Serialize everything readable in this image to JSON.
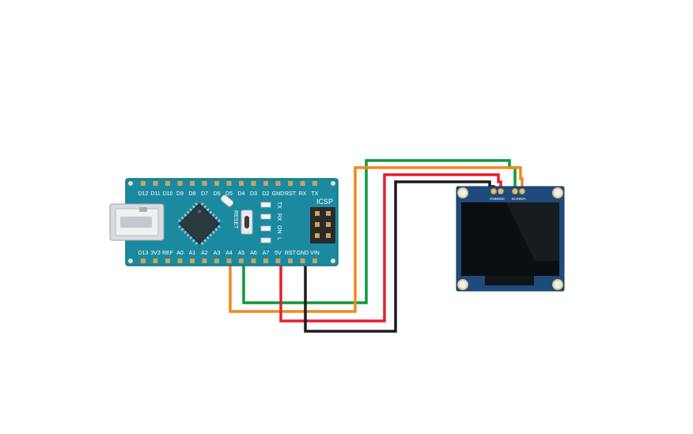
{
  "colors": {
    "board": "#1b8aa0",
    "board_edge": "#137486",
    "pin_pad": "#c9a45c",
    "chip": "#2b3a40",
    "wire_green": "#10983c",
    "wire_orange": "#f2881e",
    "wire_red": "#e3202a",
    "wire_black": "#1c1c1c",
    "oled_board": "#1f4a7a",
    "oled_screen": "#0c0f12"
  },
  "arduino": {
    "top_pins": [
      "D12",
      "D11",
      "D10",
      "D9",
      "D8",
      "D7",
      "D6",
      "D5",
      "D4",
      "D3",
      "D2",
      "GND",
      "RST",
      "RX",
      "TX"
    ],
    "bottom_pins": [
      "D13",
      "3V3",
      "REF",
      "A0",
      "A1",
      "A2",
      "A3",
      "A4",
      "A5",
      "A6",
      "A7",
      "5V",
      "RST",
      "GND",
      "VIN"
    ],
    "leds": [
      "TX",
      "RX",
      "ON",
      "L"
    ],
    "reset_label": "RESET",
    "icsp_label": "ICSP"
  },
  "oled": {
    "pins": [
      "GND",
      "VDD",
      "SCK",
      "SDA"
    ]
  },
  "wires": [
    {
      "name": "wire-a5-sck",
      "from": "A5",
      "to": "SCK",
      "color_key": "wire_green"
    },
    {
      "name": "wire-a4-sda",
      "from": "A4",
      "to": "SDA",
      "color_key": "wire_orange"
    },
    {
      "name": "wire-5v-vdd",
      "from": "5V",
      "to": "VDD",
      "color_key": "wire_red"
    },
    {
      "name": "wire-gnd-gnd",
      "from": "GND",
      "to": "GND",
      "color_key": "wire_black"
    }
  ]
}
